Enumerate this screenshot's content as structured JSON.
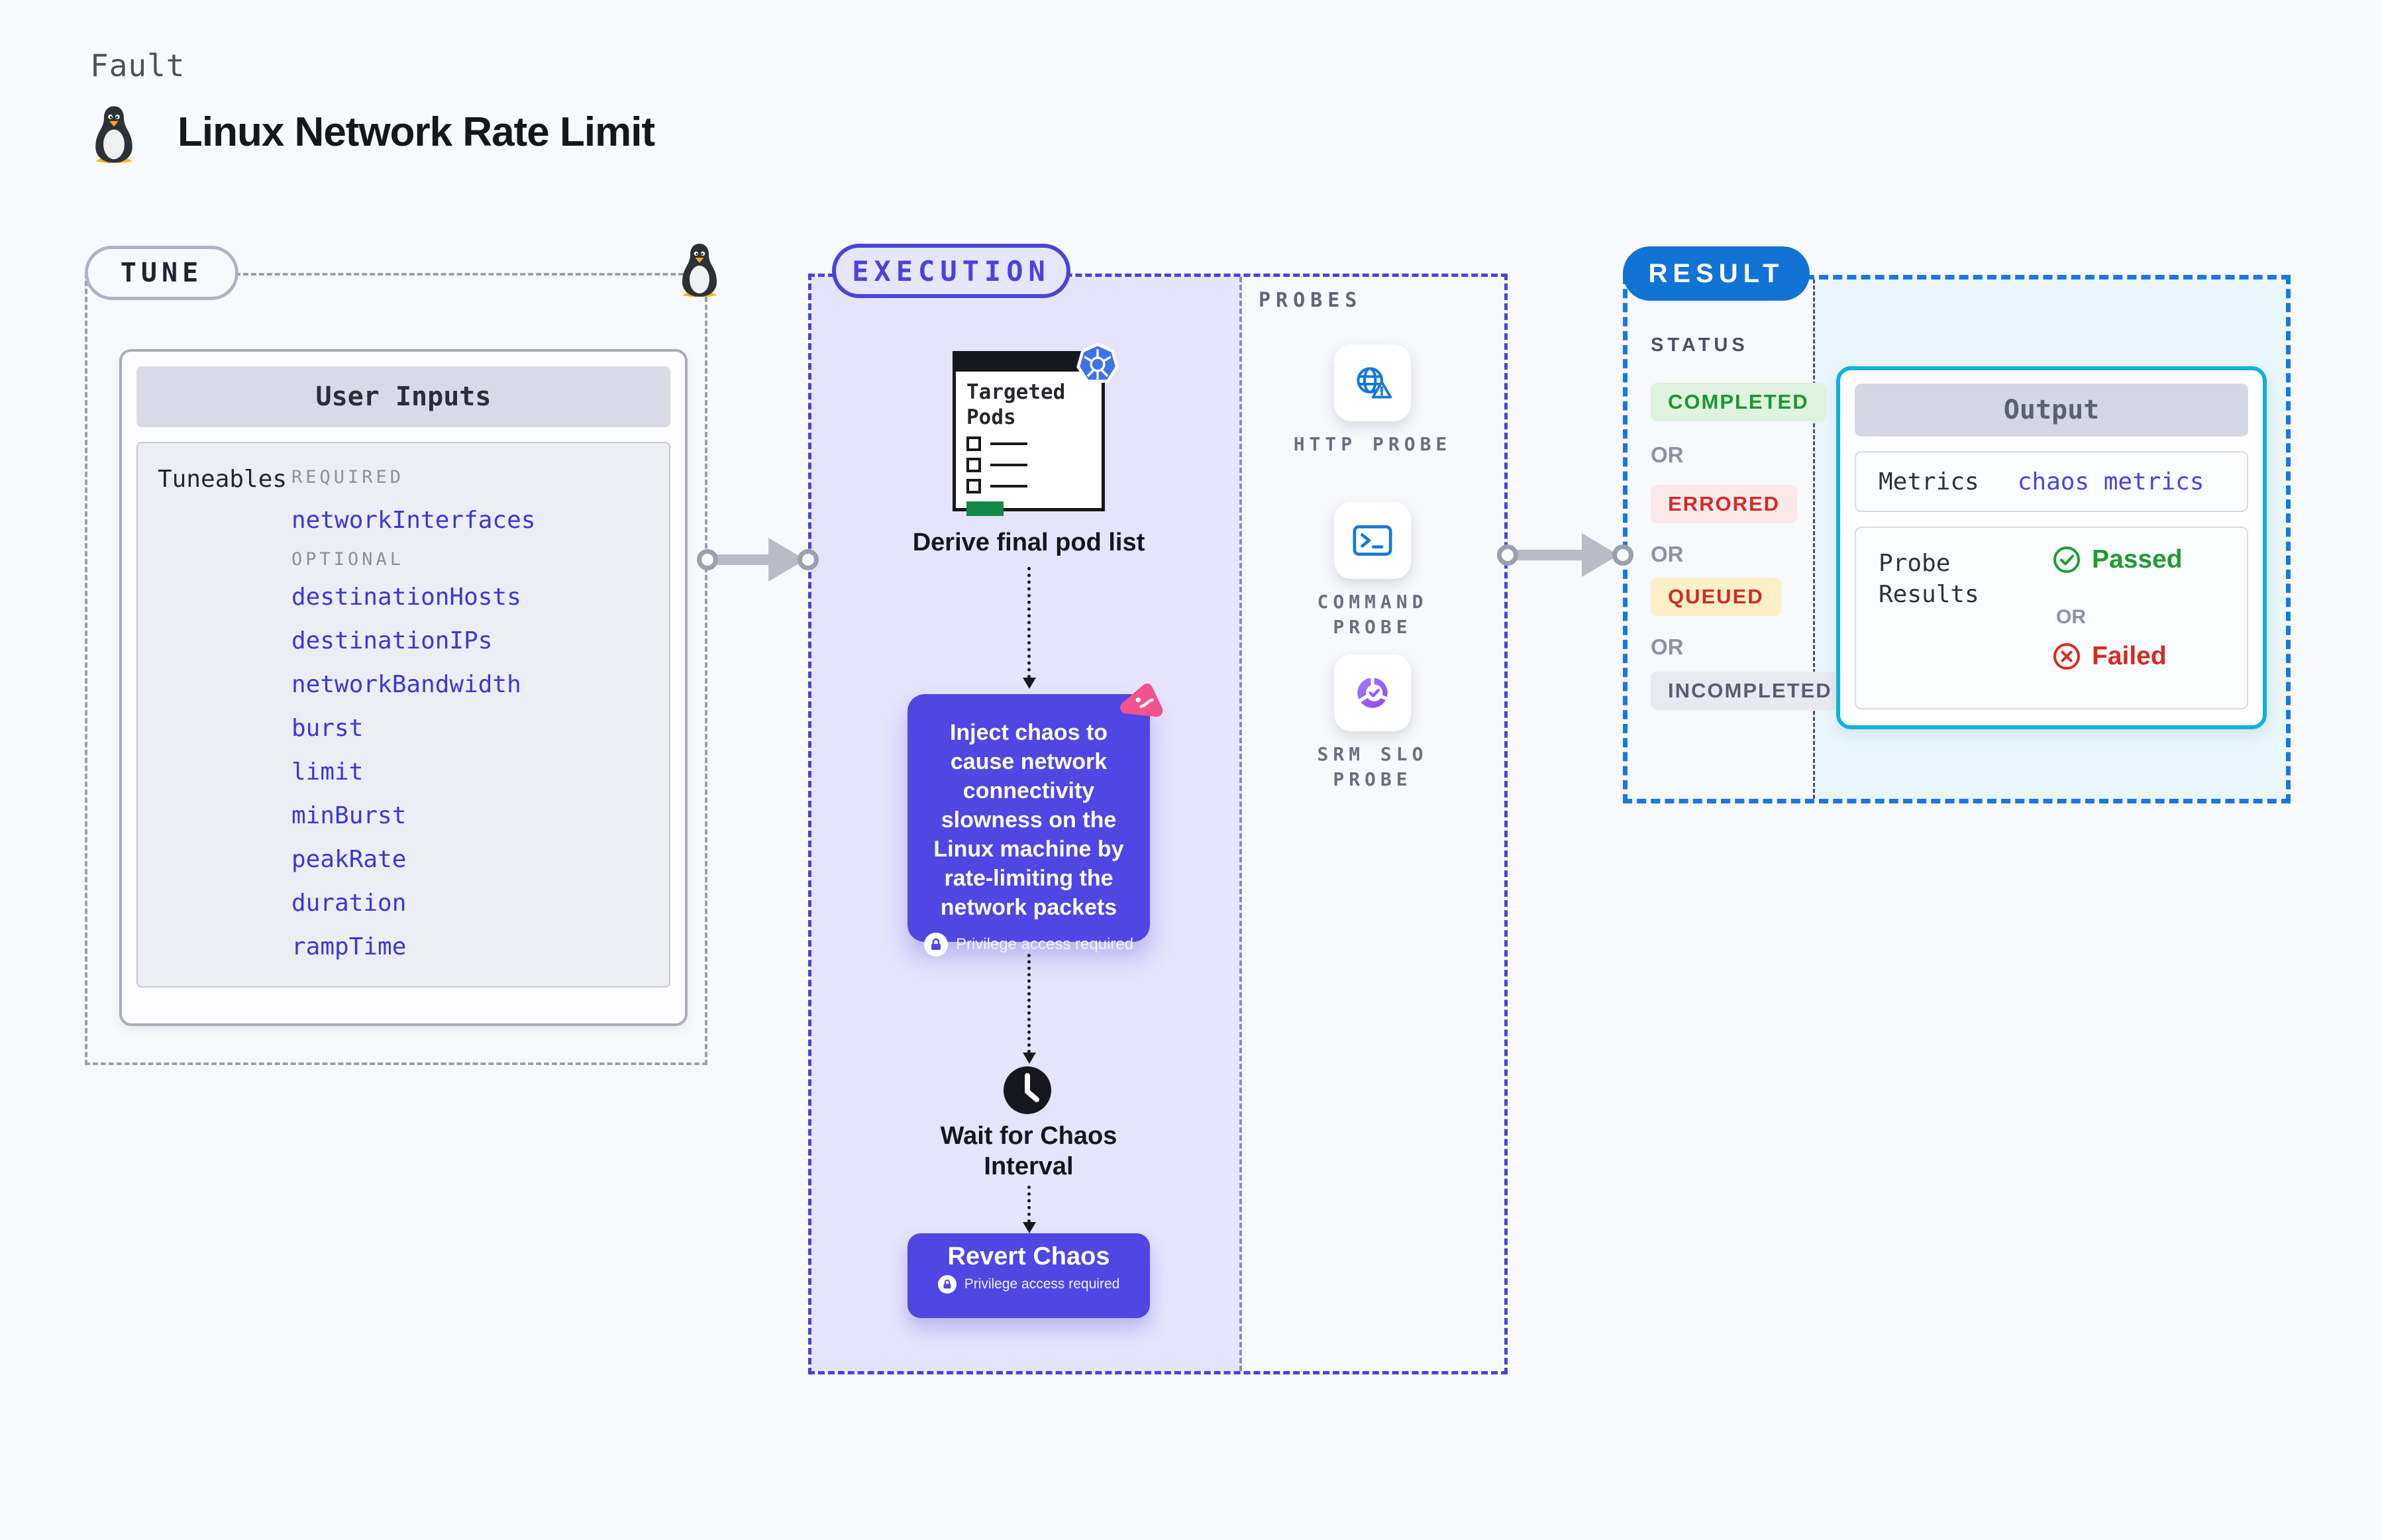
{
  "page": {
    "kind_label": "Fault",
    "title": "Linux Network Rate Limit",
    "background": "#f8f9fc"
  },
  "tune": {
    "label": "TUNE",
    "card_title": "User Inputs",
    "panel_label": "Tuneables",
    "sections": [
      {
        "heading": "REQUIRED",
        "items": [
          "networkInterfaces"
        ]
      },
      {
        "heading": "OPTIONAL",
        "items": [
          "destinationHosts",
          "destinationIPs",
          "networkBandwidth",
          "burst",
          "limit",
          "minBurst",
          "peakRate",
          "duration",
          "rampTime"
        ]
      }
    ]
  },
  "execution": {
    "label": "EXECUTION",
    "targeted_pods_title": "Targeted Pods",
    "derive_label": "Derive final pod list",
    "inject_text": "Inject chaos to cause network connectivity slowness on the Linux machine by rate-limiting the network packets",
    "privilege_label": "Privilege access required",
    "wait_label": "Wait for Chaos Interval",
    "revert_label": "Revert Chaos"
  },
  "probes": {
    "label": "PROBES",
    "items": [
      {
        "label": "HTTP PROBE",
        "icon": "globe-warning-icon"
      },
      {
        "label": "COMMAND PROBE",
        "icon": "terminal-icon"
      },
      {
        "label": "SRM SLO PROBE",
        "icon": "slo-pie-check-icon"
      }
    ]
  },
  "result": {
    "label": "RESULT",
    "status_label": "STATUS",
    "or_label": "OR",
    "statuses": [
      {
        "label": "COMPLETED",
        "bg": "#dff3de",
        "color": "#1b9730"
      },
      {
        "label": "ERRORED",
        "bg": "#fbe9e9",
        "color": "#d22c28"
      },
      {
        "label": "QUEUED",
        "bg": "#fbf0c8",
        "color": "#ce2c28"
      },
      {
        "label": "INCOMPLETED",
        "bg": "#e9eaf1",
        "color": "#585e72"
      }
    ],
    "output": {
      "title": "Output",
      "metrics_label": "Metrics",
      "metrics_value": "chaos metrics",
      "probe_results_label": "Probe Results",
      "passed_label": "Passed",
      "failed_label": "Failed"
    }
  },
  "colors": {
    "accent_indigo": "#4f46e3",
    "execution_fill": "#e5e4fa",
    "result_blue": "#1173d4",
    "result_dash": "#1878e0",
    "output_cyan": "#10b1dc",
    "cyan_fill": "#e9f6fc",
    "probe_icon_blue": "#1478d8",
    "srm_purple": "#8b48f0",
    "chaos_pink": "#f1538f",
    "k8s_blue": "#3e73e8",
    "green_bar": "#12894a",
    "passed_green": "#1f9c31",
    "failed_red": "#d42b20"
  }
}
